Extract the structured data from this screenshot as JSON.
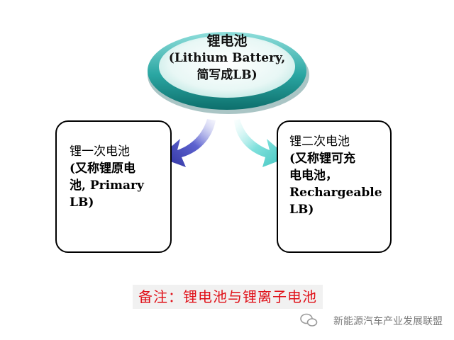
{
  "root": {
    "line1": "锂电池",
    "line2": "(Lithium Battery,",
    "line3": "简写成LB)"
  },
  "left_box": {
    "lines": [
      "锂一次电池",
      "(又称锂原电",
      "池, Primary",
      "LB)"
    ]
  },
  "right_box": {
    "lines": [
      "锂二次电池",
      "(又称锂可充",
      "电电池，",
      "Rechargeable",
      "LB)"
    ]
  },
  "note": {
    "text": "备注：锂电池与锂离子电池"
  },
  "watermark": {
    "text": "新能源汽车产业发展联盟",
    "icon": "wechat-icon"
  },
  "colors": {
    "ellipse_teal": "#2a9d9a",
    "ellipse_light": "#dff3f1",
    "left_arrow": "#3a3fb0",
    "right_arrow": "#5fd3cf",
    "note_text": "#e01018",
    "note_bg": "#f1f1f1"
  }
}
